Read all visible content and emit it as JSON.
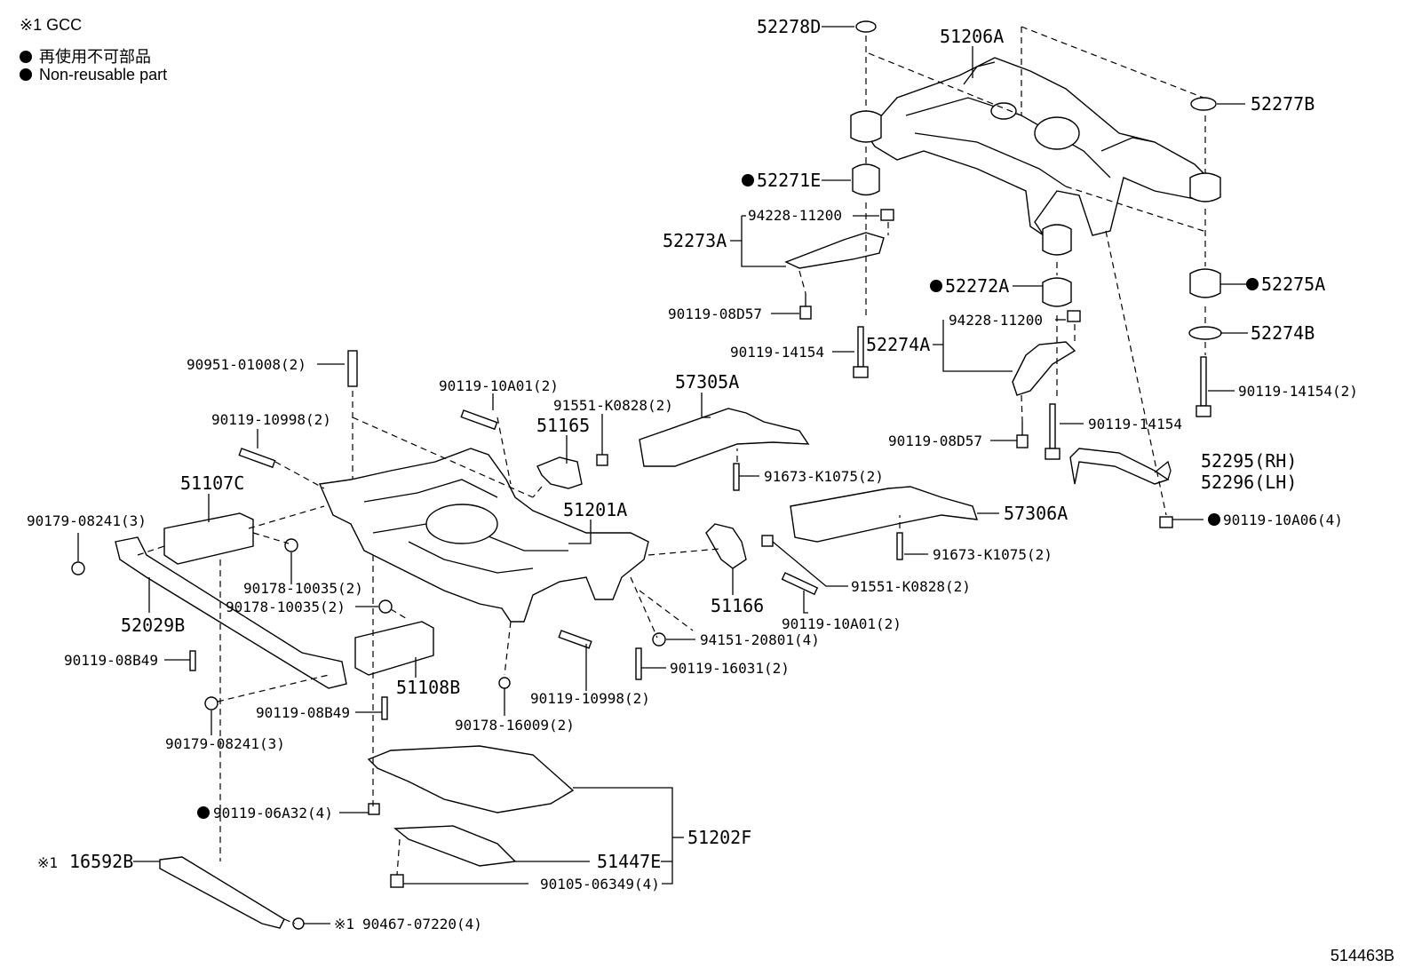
{
  "legend": {
    "gcc": "※1 GCC",
    "non_reusable_jp": "再使用不可部品",
    "non_reusable_en": "Non-reusable part"
  },
  "figure_id": "514463B",
  "labels": {
    "p52278D": "52278D",
    "p51206A": "51206A",
    "p52277B": "52277B",
    "p52271E": "52271E",
    "p94228a": "94228-11200",
    "p52273A": "52273A",
    "p52272A": "52272A",
    "p52275A": "52275A",
    "p90119_08D57a": "90119-08D57",
    "p94228b": "94228-11200",
    "p52274B": "52274B",
    "p90119_14154a": "90119-14154",
    "p52274A": "52274A",
    "p90119_14154_2": "90119-14154(2)",
    "p90951": "90951-01008(2)",
    "p90119_10A01a": "90119-10A01(2)",
    "p57305A": "57305A",
    "p91551a": "91551-K0828(2)",
    "p90119_08D57b": "90119-08D57",
    "p90119_14154b": "90119-14154",
    "p90119_10998a": "90119-10998(2)",
    "p51165": "51165",
    "p52295": "52295(RH)",
    "p52296": "52296(LH)",
    "p91673a": "91673-K1075(2)",
    "p51107C": "51107C",
    "p51201A": "51201A",
    "p90179a": "90179-08241(3)",
    "p57306A": "57306A",
    "p90119_10A06": "90119-10A06(4)",
    "p91673b": "91673-K1075(2)",
    "p90178a": "90178-10035(2)",
    "p91551b": "91551-K0828(2)",
    "p90178b": "90178-10035(2)",
    "p51166": "51166",
    "p52029B": "52029B",
    "p90119_10A01b": "90119-10A01(2)",
    "p94151": "94151-20801(4)",
    "p90119_08B49a": "90119-08B49",
    "p90119_16031": "90119-16031(2)",
    "p51108B": "51108B",
    "p90119_10998b": "90119-10998(2)",
    "p90119_08B49b": "90119-08B49",
    "p90178_16009": "90178-16009(2)",
    "p90179b": "90179-08241(3)",
    "p90119_06A32": "90119-06A32(4)",
    "p51202F": "51202F",
    "p16592B": "16592B",
    "p51447E": "51447E",
    "p90105": "90105-06349(4)",
    "p90467": "90467-07220(4)",
    "gcc_mark": "※1"
  }
}
